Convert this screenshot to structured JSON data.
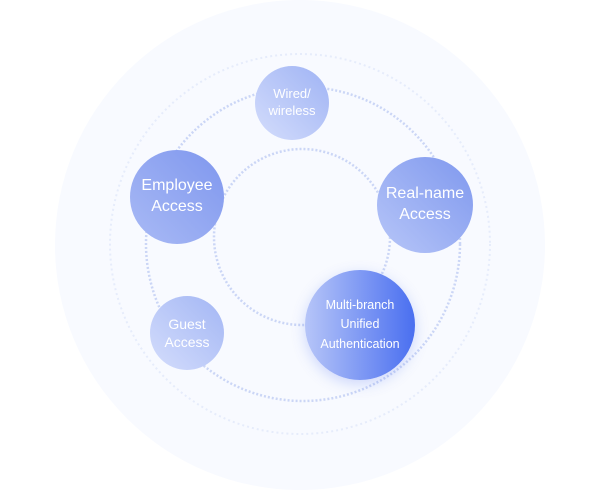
{
  "diagram": {
    "nodes": [
      {
        "id": "wired",
        "lines": [
          "Wired/",
          "wireless"
        ]
      },
      {
        "id": "employee",
        "lines": [
          "Employee",
          "Access"
        ]
      },
      {
        "id": "realname",
        "lines": [
          "Real-name",
          "Access"
        ]
      },
      {
        "id": "multibranch",
        "lines": [
          "Multi-branch",
          "Unified",
          "Authentication"
        ]
      },
      {
        "id": "guest",
        "lines": [
          "Guest",
          "Access"
        ]
      }
    ],
    "colors": {
      "accent": "#4a6ff0",
      "light": "#c9d4fb",
      "ring": "#c7d3f5",
      "bg": "#f7f9fe"
    }
  }
}
